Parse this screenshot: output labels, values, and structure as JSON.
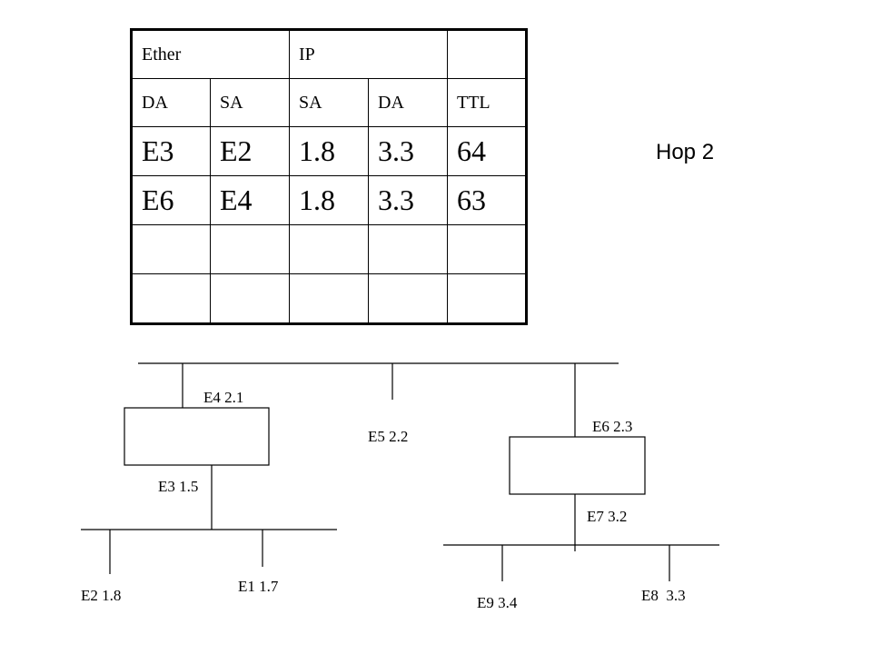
{
  "title": "Hop 2",
  "table": {
    "group_row": [
      "Ether",
      "IP",
      ""
    ],
    "field_row": [
      "DA",
      "SA",
      "SA",
      "DA",
      "TTL"
    ],
    "rows": [
      [
        "E3",
        "E2",
        "1.8",
        "3.3",
        "64"
      ],
      [
        "E6",
        "E4",
        "1.8",
        "3.3",
        "63"
      ],
      [
        "",
        "",
        "",
        "",
        ""
      ],
      [
        "",
        "",
        "",
        "",
        ""
      ]
    ]
  },
  "network": {
    "labels": {
      "e4": "E4 2.1",
      "e5": "E5 2.2",
      "e6": "E6 2.3",
      "e3": "E3 1.5",
      "e7": "E7 3.2",
      "e2": "E2 1.8",
      "e1": "E1 1.7",
      "e9": "E9 3.4",
      "e8": "E8  3.3"
    }
  }
}
